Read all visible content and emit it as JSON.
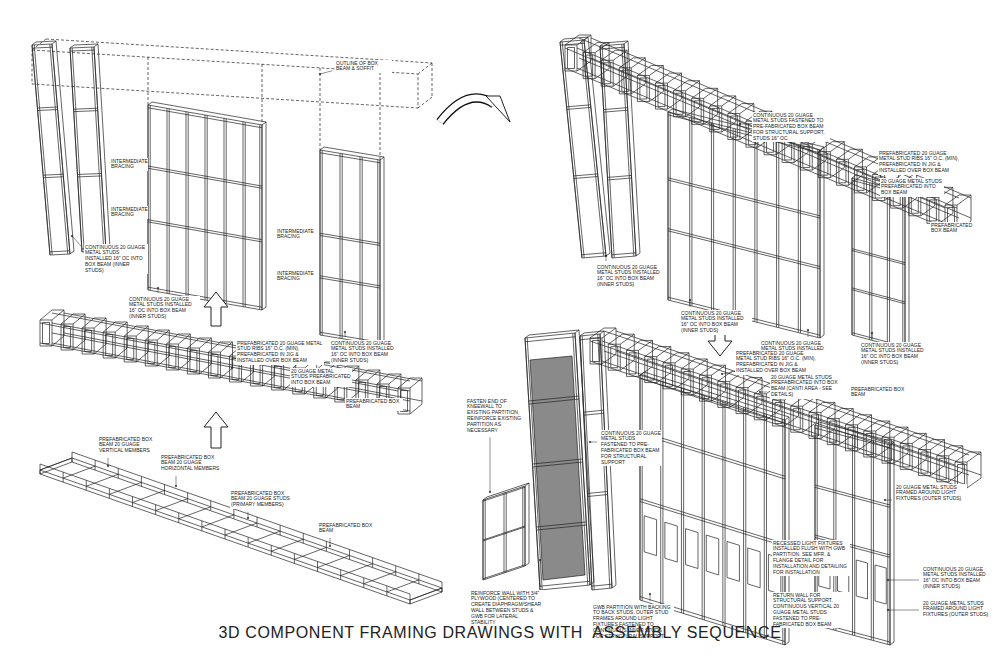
{
  "diagram": {
    "title": "3D COMPONENT FRAMING DRAWINGS WITH  ASSEMBLY SEQUENCE",
    "labels": [
      "OUTLINE OF BOX BEAM & SOFFIT",
      "INTERMEDIATE BRACING",
      "INTERMEDIATE BRACING",
      "INTERMEDIATE BRACING",
      "INTERMEDIATE BRACING",
      "CONTINUOUS 20 GUAGE METAL STUDS INSTALLED 16\" OC INTO BOX BEAM (INNER STUDS)",
      "CONTINUOUS 20 GUAGE METAL STUDS INSTALLED 16\" OC INTO BOX BEAM (INNER STUDS)",
      "CONTINUOUS 20 GUAGE METAL STUDS INSTALLED 16\" OC INTO BOX BEAM (INNER STUDS)",
      "PREFABRICATED 20 GUAGE METAL STUD RIBS 16\" O.C. (MIN), PREFABRICATED IN JIG & INSTALLED OVER BOX BEAM",
      "20 GUAGE METAL STUDS PREFABRICATED INTO BOX BEAM",
      "PREFABRICATED BOX BEAM",
      "PREFABRICATED BOX BEAM 20 GUAGE VERTICAL MEMBERS",
      "PREFABRICATED BOX BEAM 20 GUAGE HORIZONTAL MEMBERS",
      "PREFABRICATED BOX BEAM 20 GUAGE STUDS (PRIMARY MEMBERS)",
      "PREFABRICATED BOX BEAM",
      "CONTINUOUS 20 GUAGE METAL STUDS FASTENED TO PRE-FABRICATED BOX BEAM FOR STRUCTURAL SUPPORT, STUDS 16\" OC",
      "PREFABRICATED 20 GUAGE METAL STUD RIBS 16\" O.C. (MIN), PREFABRICATED IN JIG & INSTALLED OVER BOX BEAM",
      "20 GUAGE METAL STUDS PREFABRICATED INTO BOX BEAM",
      "PREFABRICATED BOX BEAM",
      "CONTINUOUS 20 GUAGE METAL STUDS INSTALLED 16\" OC INTO BOX BEAM (INNER STUDS)",
      "CONTINUOUS 20 GUAGE METAL STUDS INSTALLED 16\" OC INTO BOX BEAM (INNER STUDS)",
      "CONTINUOUS 20 GUAGE METAL STUDS INSTALLED 16\" OC INTO BOX BEAM (INNER STUDS)",
      "CONTINUOUS 20 GUAGE METAL STUDS INSTALLED 16\" OC INTO BOX BEAM (INNER STUDS)",
      "FASTEN END OF KNEEWALL TO EXISTING PARTITION, REINFORCE EXISTING PARTITION AS NECESSARY",
      "CONTINUOUS 20 GUAGE METAL STUDS FASTENED TO PRE-FABRICATED BOX BEAM FOR STRUCTURAL SUPPORT",
      "PREFABRICATED 20 GUAGE METAL STUD RIBS 16\" O.C. (MIN), PREFABRICATED IN JIG & INSTALLED OVER BOX BEAM",
      "20 GUAGE METAL STUDS PREFABRICATED INTO BOX BEAM (CANTI AREA - SEE DETAILS)",
      "PREFABRICATED BOX BEAM",
      "REINFORCE WALL WITH 3/4\" PLYWOOD (CENTERED TO CREATE DIAPHRAGM/SHEAR WALL BETWEEN STUDS & GWB FOR LATERAL STABILITY",
      "GWB PARTITION WITH BACKING TO BACK STUDS. OUTER STUD FRAMES AROUND LIGHT FIXTURES FASTENED TO CONTINUOUS INNER STUDS FOR STRUCTURAL SUPPORT",
      "20 GUAGE METAL STUDS FRAMED AROUND LIGHT FIXTURES (OUTER STUDS)",
      "RECESSED LIGHT FIXTURES INSTALLED FLUSH WITH GWB PARTITION. SEE MFR. & FLANGE DETAIL FOR INSTALLATION AND DETAILING FOR INSTALLATION",
      "RETURN WALL FOR STRUCTURAL SUPPORT. CONTINUOUS VERTICAL 20 GUAGE METAL STUDS FASTENED TO PRE-FABRICATED BOX BEAM",
      "CONTINUOUS 20 GUAGE METAL STUDS INSTALLED 16\" OC INTO BOX BEAM (INNER STUDS)",
      "20 GUAGE METAL STUDS FRAMED AROUND LIGHT FIXTURES (OUTER STUDS)"
    ]
  }
}
